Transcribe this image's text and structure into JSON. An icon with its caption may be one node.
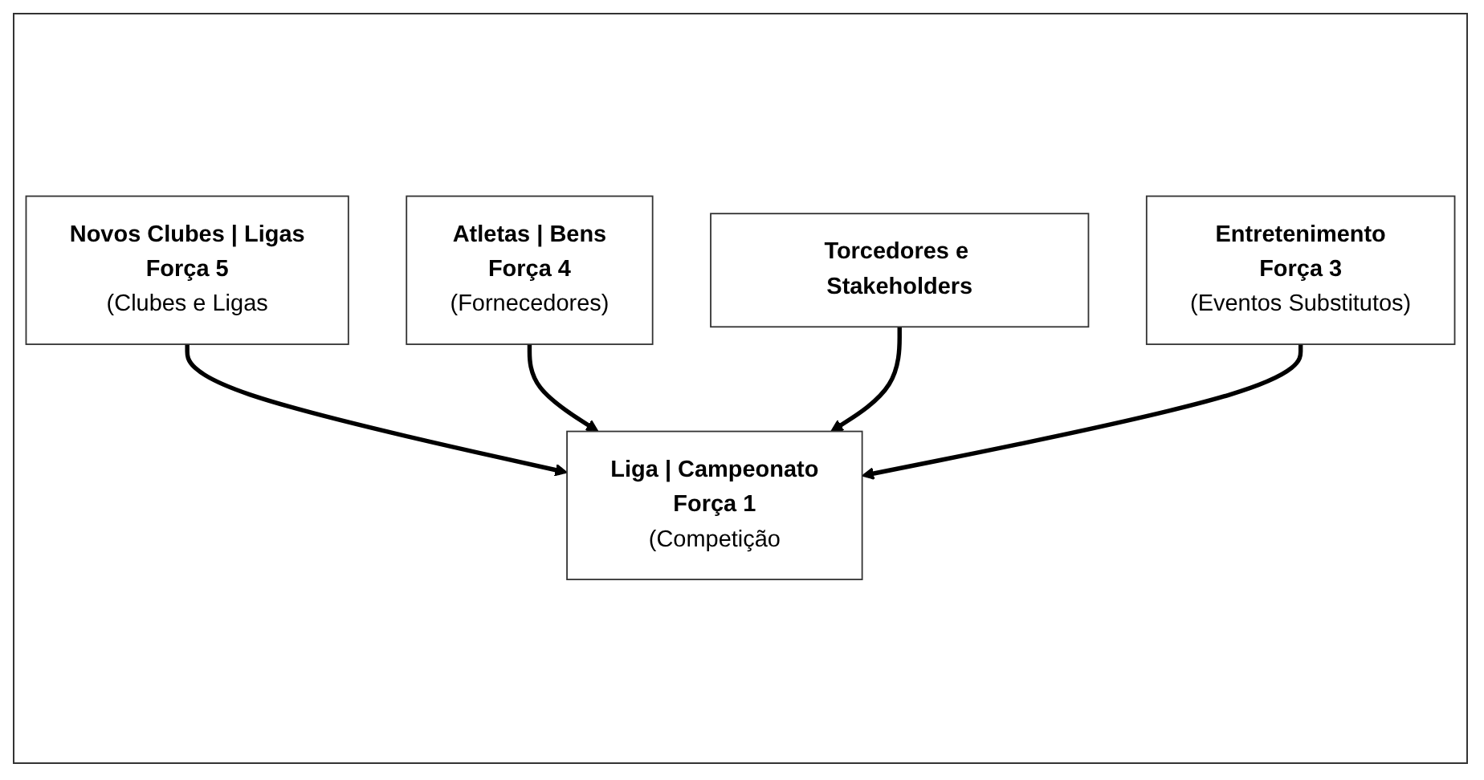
{
  "diagram": {
    "nodes": [
      {
        "text": [
          "Novos Clubes | Ligas",
          "Força 5",
          "(Clubes e Ligas"
        ]
      },
      {
        "text": [
          "Atletas | Bens",
          "Força 4",
          "(Fornecedores)"
        ]
      },
      {
        "text": [
          "Liga | Campeonato",
          "Força 1",
          "(Competição"
        ]
      },
      {
        "text": [
          "Torcedores e Stakeholders"
        ]
      },
      {
        "text": [
          "Entretenimento",
          "Força 3",
          "(Eventos Substitutos)"
        ]
      }
    ],
    "edges": [
      {
        "from": 0,
        "to": 2,
        "arrow": "to"
      },
      {
        "from": 1,
        "to": 2,
        "arrow": "to"
      },
      {
        "from": 3,
        "to": 2,
        "arrow": "to"
      },
      {
        "from": 4,
        "to": 2,
        "arrow": "to"
      }
    ]
  }
}
